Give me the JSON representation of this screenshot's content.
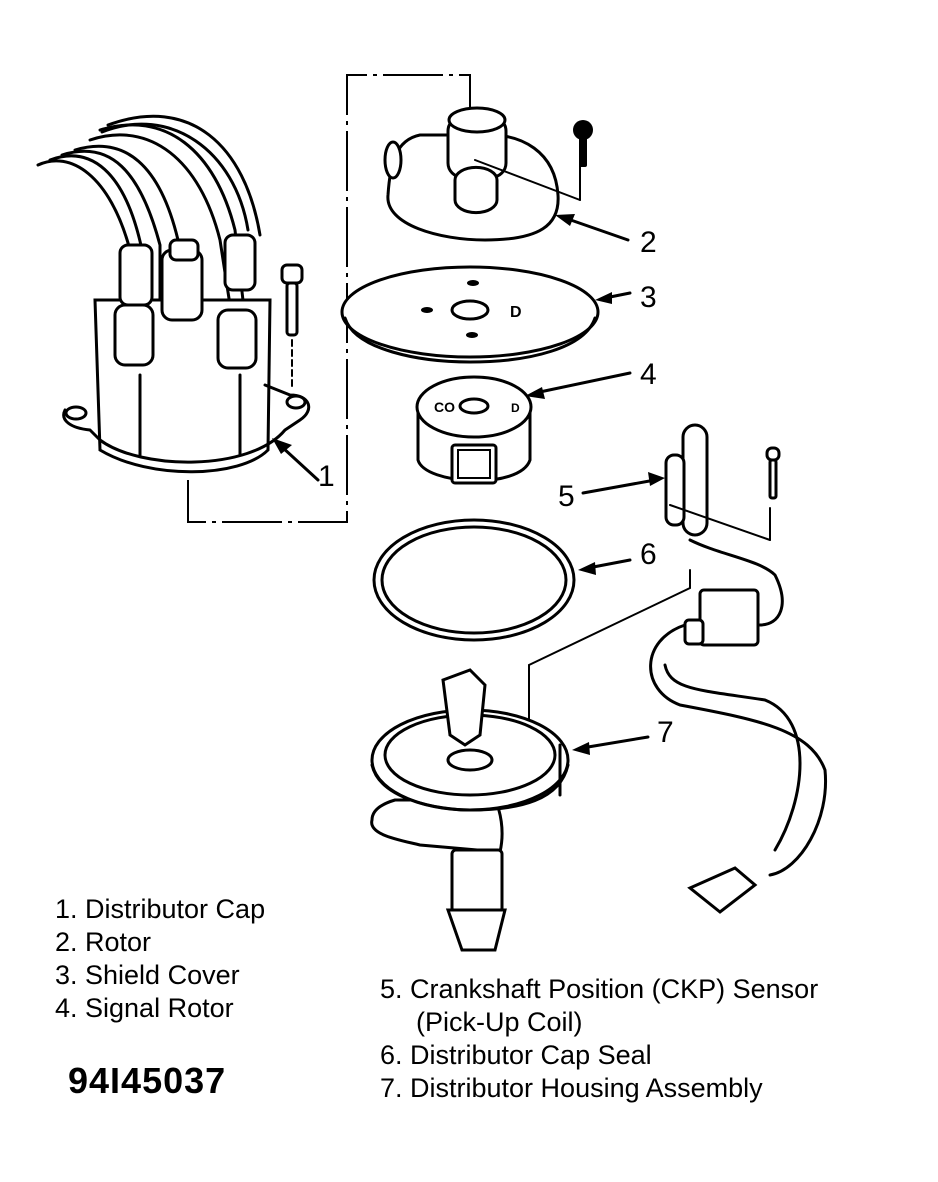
{
  "diagram": {
    "type": "exploded-parts-view",
    "subject": "Distributor assembly",
    "figure_id": "94I45037",
    "callouts": [
      {
        "number": "1",
        "part": "Distributor Cap"
      },
      {
        "number": "2",
        "part": "Rotor"
      },
      {
        "number": "3",
        "part": "Shield Cover"
      },
      {
        "number": "4",
        "part": "Signal Rotor"
      },
      {
        "number": "5",
        "part": "Crankshaft Position (CKP) Sensor"
      },
      {
        "number": "6",
        "part": "Distributor Cap Seal"
      },
      {
        "number": "7",
        "part": "Distributor Housing Assembly"
      }
    ]
  },
  "legend": {
    "left": [
      "1. Distributor Cap",
      "2. Rotor",
      "3. Shield Cover",
      "4. Signal Rotor"
    ],
    "right": [
      "5. Crankshaft Position (CKP) Sensor",
      "(Pick-Up Coil)",
      "6. Distributor Cap Seal",
      "7. Distributor Housing Assembly"
    ]
  }
}
